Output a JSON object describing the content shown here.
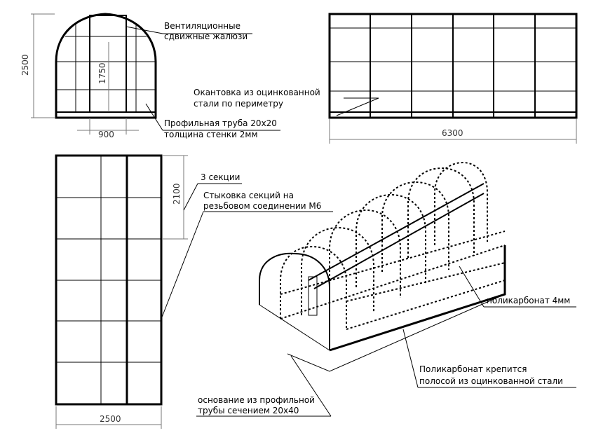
{
  "dimensions": {
    "front_height": "2500",
    "door_height": "1750",
    "door_width": "900",
    "side_length": "6300",
    "top_width": "2500",
    "section_length": "2100"
  },
  "callouts": {
    "vents": [
      "Вентиляционные",
      "сдвижные жалюзи"
    ],
    "edging": [
      "Окантовка из оцинкованной",
      "стали по периметру"
    ],
    "profile_pipe": [
      "Профильная труба 20х20",
      "толщина стенки 2мм"
    ],
    "sections": [
      "3 секции"
    ],
    "joining": [
      "Стыковка секций на",
      "резьбовом соединении М6"
    ],
    "polycarbonate": [
      "поликарбонат 4мм"
    ],
    "fastening": [
      "Поликарбонат крепится",
      "полосой из оцинкованной стали"
    ],
    "base": [
      "основание из профильной",
      "трубы сечением 20х40"
    ]
  }
}
